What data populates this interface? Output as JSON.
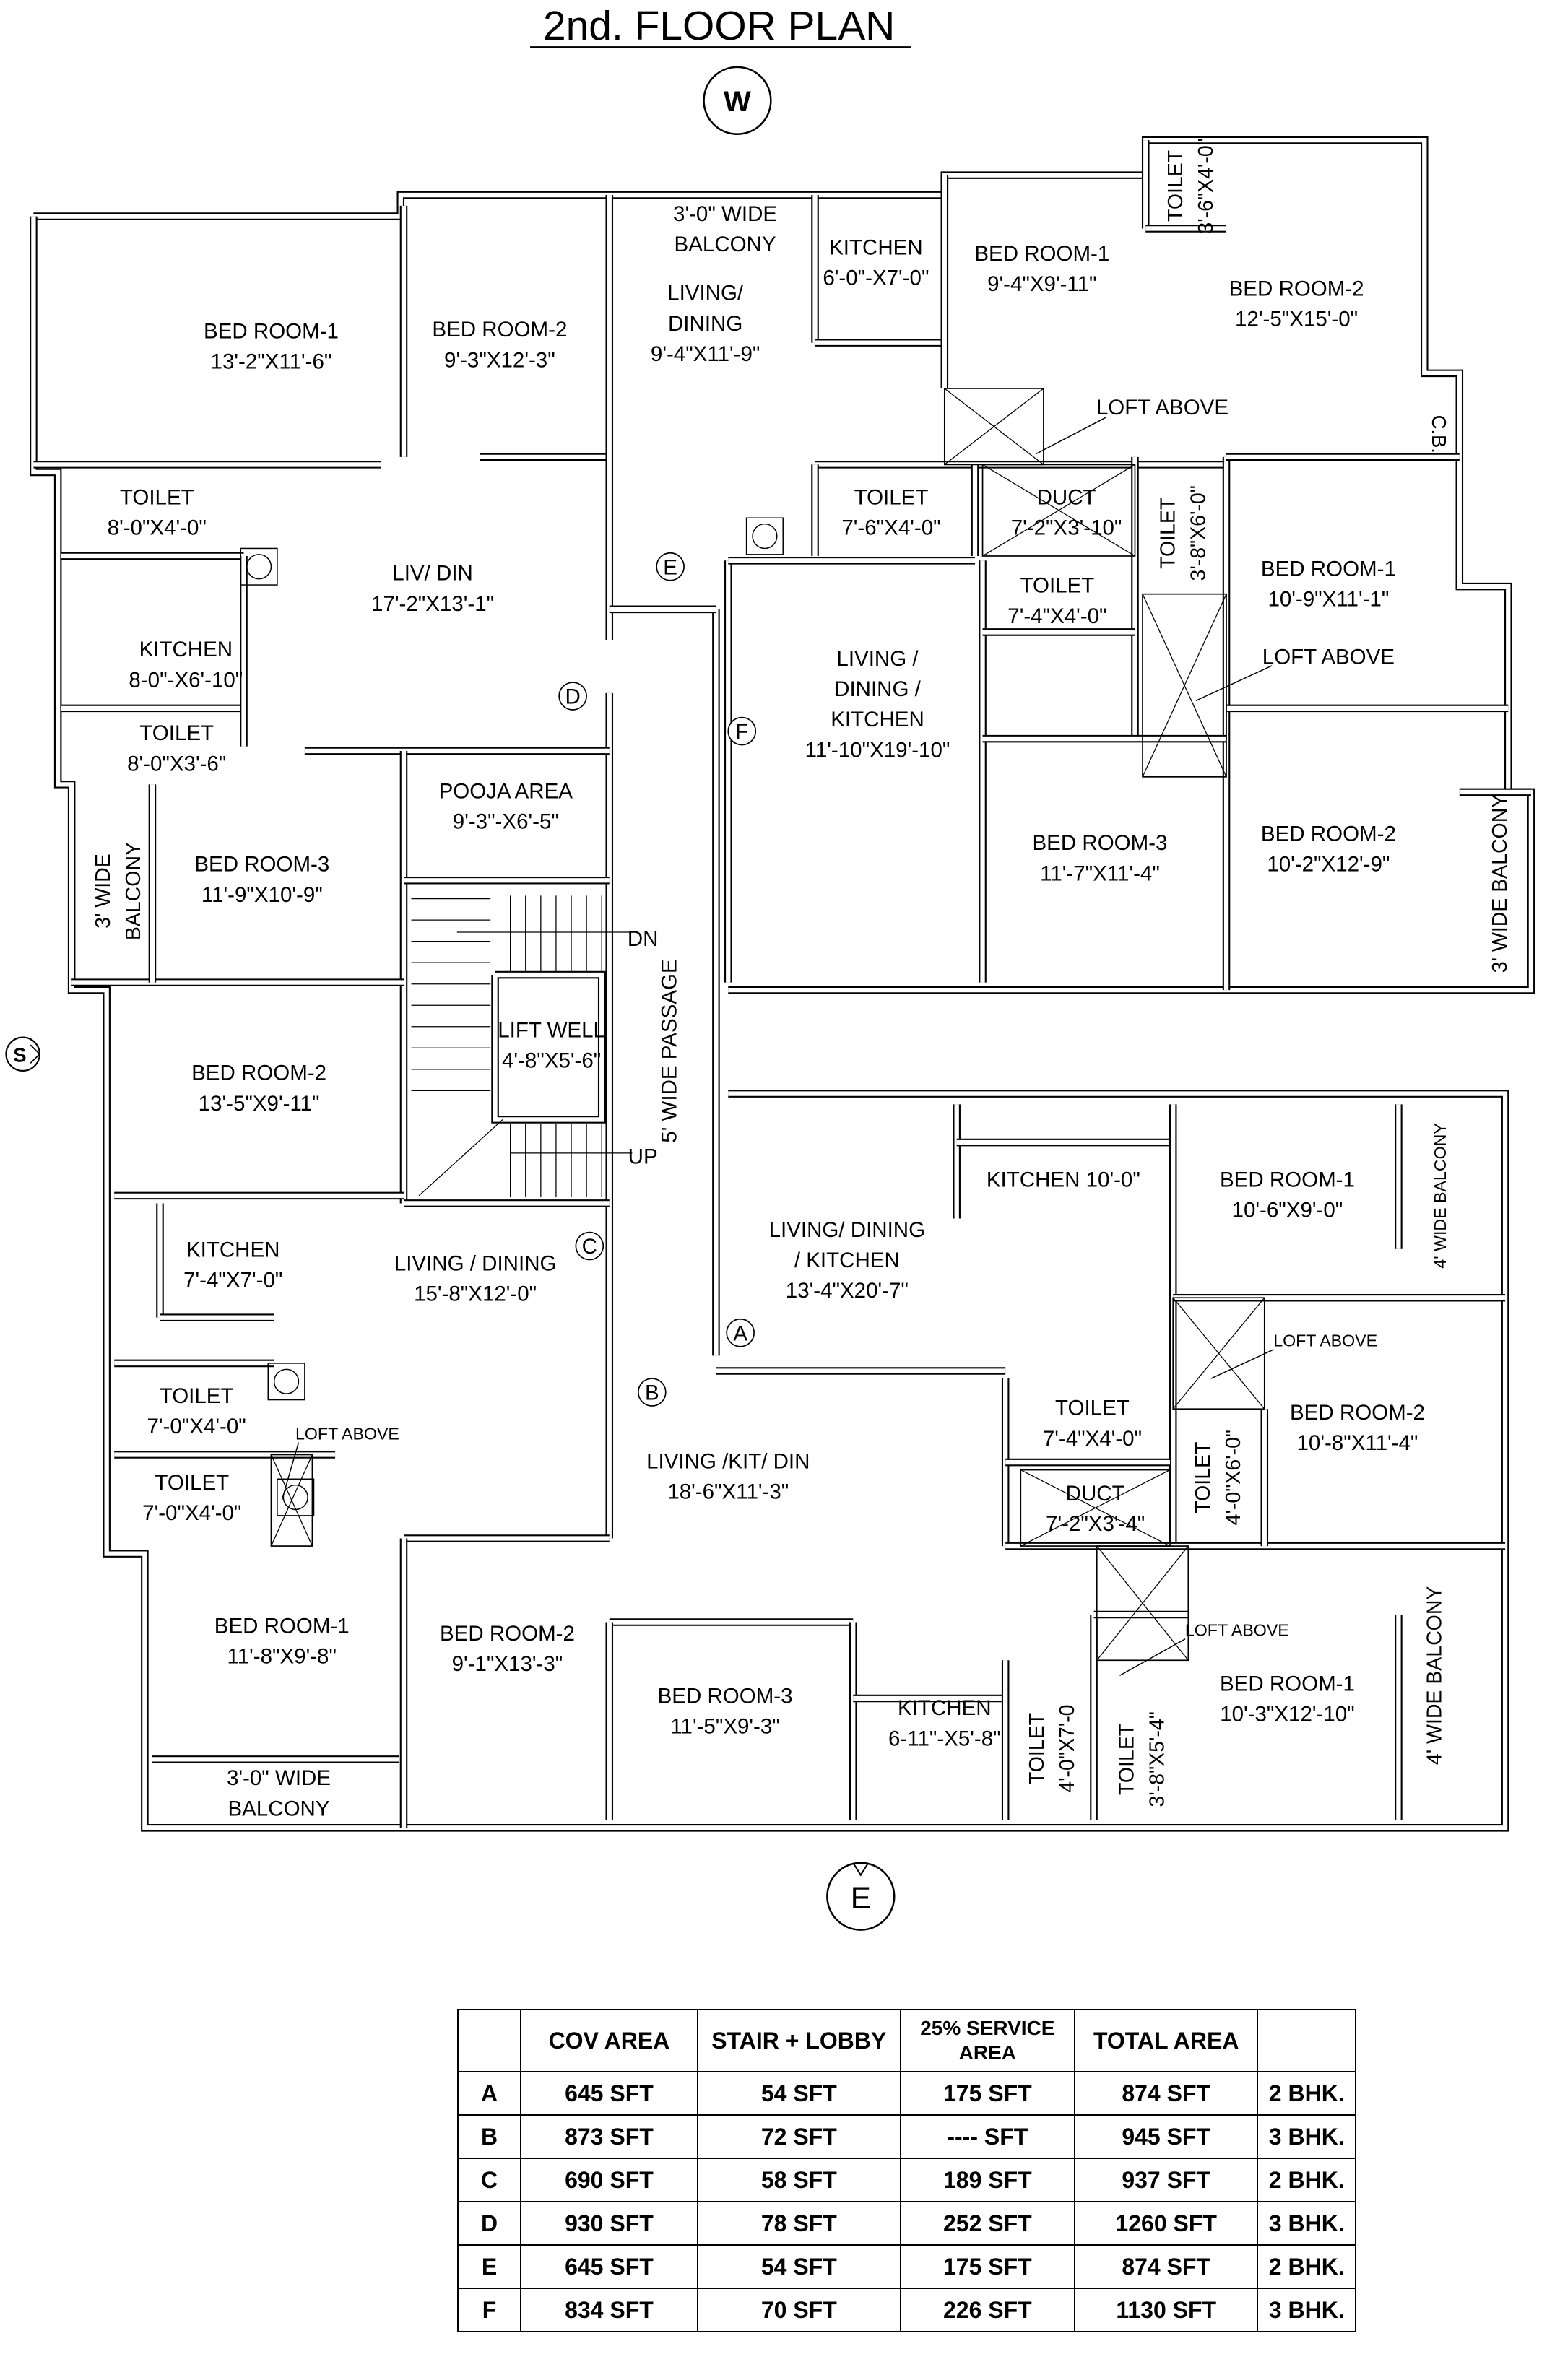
{
  "title": "2nd. FLOOR PLAN",
  "compass": {
    "north_top": "W",
    "left": "S",
    "bottom": "E"
  },
  "plan": {
    "rooms": [
      {
        "lines": [
          "BED ROOM-1",
          "13'-2\"X11'-6\""
        ]
      },
      {
        "lines": [
          "BED ROOM-2",
          "9'-3\"X12'-3\""
        ]
      },
      {
        "lines": [
          "TOILET",
          "8'-0\"X4'-0\""
        ]
      },
      {
        "lines": [
          "LIV/ DIN",
          "17'-2\"X13'-1\""
        ]
      },
      {
        "lines": [
          "KITCHEN",
          "8-0\"-X6'-10\""
        ]
      },
      {
        "lines": [
          "TOILET",
          "8'-0\"X3'-6\""
        ]
      },
      {
        "lines": [
          "POOJA AREA",
          "9'-3\"-X6'-5\""
        ]
      },
      {
        "lines": [
          "BED ROOM-3",
          "11'-9\"X10'-9\""
        ]
      },
      {
        "lines": [
          "3' WIDE",
          "BALCONY"
        ]
      },
      {
        "lines": [
          "3'-0\" WIDE",
          "BALCONY"
        ]
      },
      {
        "lines": [
          "LIVING/",
          "DINING",
          "9'-4\"X11'-9\""
        ]
      },
      {
        "lines": [
          "KITCHEN",
          "6'-0\"-X7'-0\""
        ]
      },
      {
        "lines": [
          "BED ROOM-1",
          "9'-4\"X9'-11\""
        ]
      },
      {
        "lines": [
          "TOILET",
          "3'-6\"X4'-0\""
        ]
      },
      {
        "lines": [
          "BED ROOM-2",
          "12'-5\"X15'-0\""
        ]
      },
      {
        "lines": [
          "TOILET",
          "7'-6\"X4'-0\""
        ]
      },
      {
        "lines": [
          "DUCT",
          "7'-2\"X3'-10\""
        ]
      },
      {
        "lines": [
          "TOILET",
          "3'-8\"X6'-0\""
        ]
      },
      {
        "lines": [
          "BED ROOM-1",
          "10'-9\"X11'-1\""
        ]
      },
      {
        "lines": [
          "TOILET",
          "7'-4\"X4'-0\""
        ]
      },
      {
        "lines": [
          "LIVING /",
          "DINING /",
          "KITCHEN",
          "11'-10\"X19'-10\""
        ]
      },
      {
        "lines": [
          "BED ROOM-3",
          "11'-7\"X11'-4\""
        ]
      },
      {
        "lines": [
          "BED ROOM-2",
          "10'-2\"X12'-9\""
        ]
      },
      {
        "lines": [
          "3' WIDE BALCONY"
        ]
      },
      {
        "lines": [
          "LIFT WELL",
          "4'-8\"X5'-6\""
        ]
      },
      {
        "lines": [
          "BED ROOM-2",
          "13'-5\"X9'-11\""
        ]
      },
      {
        "lines": [
          "KITCHEN",
          "7'-4\"X7'-0\""
        ]
      },
      {
        "lines": [
          "LIVING / DINING",
          "15'-8\"X12'-0\""
        ]
      },
      {
        "lines": [
          "TOILET",
          "7'-0\"X4'-0\""
        ]
      },
      {
        "lines": [
          "TOILET",
          "7'-0\"X4'-0\""
        ]
      },
      {
        "lines": [
          "BED ROOM-1",
          "11'-8\"X9'-8\""
        ]
      },
      {
        "lines": [
          "3'-0\" WIDE",
          "BALCONY"
        ]
      },
      {
        "lines": [
          "BED ROOM-2",
          "9'-1\"X13'-3\""
        ]
      },
      {
        "lines": [
          "BED ROOM-3",
          "11'-5\"X9'-3\""
        ]
      },
      {
        "lines": [
          "KITCHEN",
          "6-11\"-X5'-8\""
        ]
      },
      {
        "lines": [
          "TOILET",
          "4'-0\"X7'-0"
        ]
      },
      {
        "lines": [
          "TOILET",
          "3'-8\"X5'-4\""
        ]
      },
      {
        "lines": [
          "LIVING /KIT/ DIN",
          "18'-6\"X11'-3\""
        ]
      },
      {
        "lines": [
          "LIVING/ DINING",
          "/ KITCHEN",
          "13'-4\"X20'-7\""
        ]
      },
      {
        "lines": [
          "KITCHEN  10'-0\""
        ]
      },
      {
        "lines": [
          "BED ROOM-1",
          "10'-6\"X9'-0\""
        ]
      },
      {
        "lines": [
          "4' WIDE BALCONY"
        ]
      },
      {
        "lines": [
          "BED ROOM-2",
          "10'-8\"X11'-4\""
        ]
      },
      {
        "lines": [
          "TOILET",
          "7'-4\"X4'-0\""
        ]
      },
      {
        "lines": [
          "DUCT",
          "7'-2\"X3'-4\""
        ]
      },
      {
        "lines": [
          "TOILET",
          "4'-0\"X6'-0\""
        ]
      },
      {
        "lines": [
          "BED ROOM-1",
          "10'-3\"X12'-10\""
        ]
      },
      {
        "lines": [
          "4' WIDE BALCONY"
        ]
      }
    ],
    "annotations": [
      "LOFT ABOVE",
      "LOFT ABOVE",
      "LOFT ABOVE",
      "LOFT ABOVE",
      "LOFT ABOVE",
      "C.B.",
      "DN",
      "UP",
      "5' WIDE PASSAGE"
    ],
    "unit_markers": [
      "D",
      "E",
      "F",
      "C",
      "A",
      "B"
    ]
  },
  "area_table": {
    "headers": [
      "",
      "COV AREA",
      "STAIR + LOBBY",
      "25% SERVICE AREA",
      "TOTAL AREA",
      ""
    ],
    "rows": [
      [
        "A",
        "645  SFT",
        "54 SFT",
        "175 SFT",
        "874  SFT",
        "2 BHK."
      ],
      [
        "B",
        "873  SFT",
        "72 SFT",
        "---- SFT",
        "945  SFT",
        "3 BHK."
      ],
      [
        "C",
        "690 SFT",
        "58 SFT",
        "189 SFT",
        "937  SFT",
        "2 BHK."
      ],
      [
        "D",
        "930  SFT",
        "78 SFT",
        "252 SFT",
        "1260  SFT",
        "3 BHK."
      ],
      [
        "E",
        "645  SFT",
        "54 SFT",
        "175 SFT",
        "874  SFT",
        "2 BHK."
      ],
      [
        "F",
        "834 SFT",
        "70 SFT",
        "226 SFT",
        "1130  SFT",
        "3 BHK."
      ]
    ]
  }
}
